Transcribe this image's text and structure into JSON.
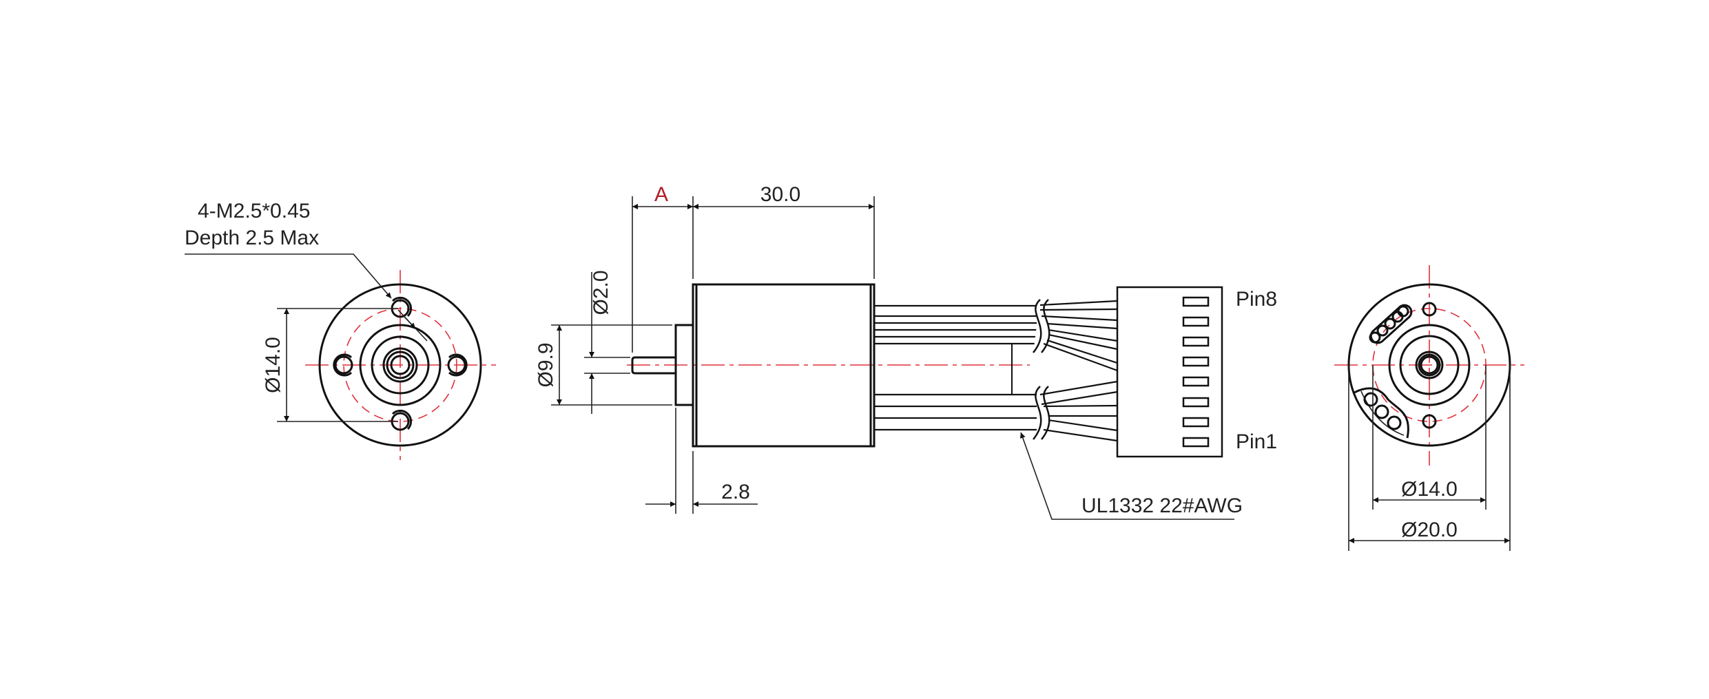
{
  "front_view": {
    "thread_note_line1": "4-M2.5*0.45",
    "thread_note_line2": "Depth 2.5 Max",
    "bolt_circle_dim": "Ø14.0"
  },
  "side_view": {
    "shaft_length_dim": "A",
    "body_length_dim": "30.0",
    "shaft_dia_dim": "Ø2.0",
    "boss_dia_dim": "Ø9.9",
    "boss_length_dim": "2.8",
    "pin_top_label": "Pin8",
    "pin_bottom_label": "Pin1",
    "wire_note": "UL1332 22#AWG"
  },
  "rear_view": {
    "bolt_circle_dim": "Ø14.0",
    "outer_dia_dim": "Ø20.0"
  },
  "colors": {
    "centerline": "#e0303a",
    "highlight_label": "#b01c24",
    "line": "#111111"
  }
}
